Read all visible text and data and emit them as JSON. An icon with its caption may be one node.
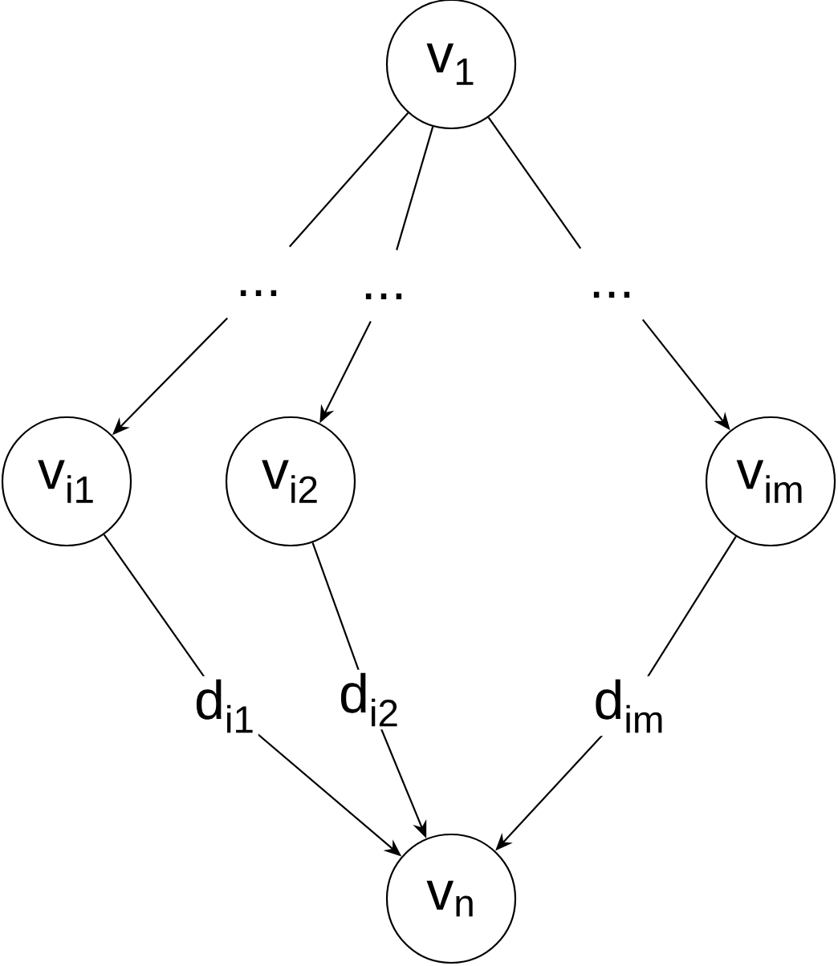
{
  "diagram": {
    "nodes": [
      {
        "text": [
          "v$_{1}$"
        ]
      },
      {
        "text": [
          "..."
        ]
      },
      {
        "text": [
          "..."
        ]
      },
      {
        "text": [
          "..."
        ]
      },
      {
        "text": [
          "v$_{i1}$"
        ]
      },
      {
        "text": [
          "v$_{i2}$"
        ]
      },
      {
        "text": [
          "v$_{im}$"
        ]
      },
      {
        "text": [
          "v$_{n}$"
        ]
      }
    ],
    "edges": [
      {
        "from": 0,
        "to": 1,
        "arrow": "none"
      },
      {
        "from": 0,
        "to": 2,
        "arrow": "none"
      },
      {
        "from": 0,
        "to": 3,
        "arrow": "none"
      },
      {
        "from": 1,
        "to": 4,
        "arrow": "to"
      },
      {
        "from": 2,
        "to": 5,
        "arrow": "to"
      },
      {
        "from": 3,
        "to": 6,
        "arrow": "to"
      },
      {
        "from": 4,
        "to": 7,
        "arrow": "to",
        "label": "d$_{i1}$"
      },
      {
        "from": 5,
        "to": 7,
        "arrow": "to",
        "label": "d$_{i2}$"
      },
      {
        "from": 6,
        "to": 7,
        "arrow": "to",
        "label": "d$_{im}$"
      }
    ]
  }
}
